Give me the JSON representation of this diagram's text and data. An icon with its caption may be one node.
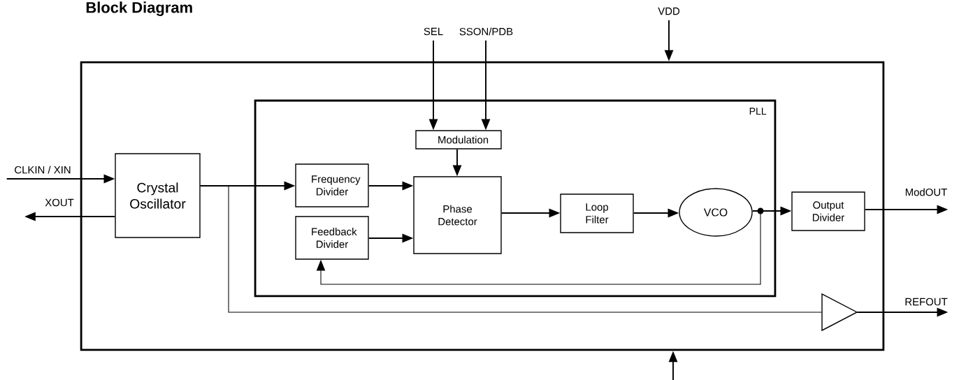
{
  "diagram": {
    "title": "Block Diagram",
    "nodes": [
      {
        "text": [],
        "shape": "box"
      },
      {
        "text": [
          "PLL"
        ],
        "in": 0
      },
      {
        "text": [
          "Crystal Oscillator"
        ],
        "in": 0
      },
      {
        "text": [
          "Modulation"
        ],
        "in": 1
      },
      {
        "text": [
          "Frequency Divider"
        ],
        "in": 1
      },
      {
        "text": [
          "Feedback Divider"
        ],
        "in": 1
      },
      {
        "text": [
          "Phase Detector"
        ],
        "in": 1
      },
      {
        "text": [
          "Loop Filter"
        ],
        "in": 1
      },
      {
        "text": [
          "VCO"
        ],
        "in": 1
      },
      {
        "text": [
          "Output Divider"
        ],
        "in": 0
      },
      {
        "text": [],
        "shape": "triangle",
        "in": 0
      },
      {
        "text": [
          "CLKIN / XIN"
        ]
      },
      {
        "text": [
          "XOUT"
        ]
      },
      {
        "text": [
          "SEL"
        ]
      },
      {
        "text": [
          "SSON/PDB"
        ]
      },
      {
        "text": [
          "VDD"
        ]
      },
      {
        "text": [
          "ModOUT"
        ]
      },
      {
        "text": [
          "REFOUT"
        ]
      }
    ],
    "edges": [
      {
        "from": 11,
        "to": 2,
        "arrow": "to"
      },
      {
        "from": 2,
        "to": 12,
        "arrow": "to"
      },
      {
        "from": 2,
        "to": 4,
        "arrow": "to"
      },
      {
        "from": 2,
        "to": 10,
        "arrow": "none"
      },
      {
        "from": 13,
        "to": 3,
        "arrow": "to"
      },
      {
        "from": 14,
        "to": 3,
        "arrow": "to"
      },
      {
        "from": 15,
        "to": 0,
        "arrow": "to"
      },
      {
        "from": null,
        "to": 0,
        "arrow": "to"
      },
      {
        "from": 3,
        "to": 6,
        "arrow": "to"
      },
      {
        "from": 4,
        "to": 6,
        "arrow": "to"
      },
      {
        "from": 5,
        "to": 6,
        "arrow": "to"
      },
      {
        "from": 6,
        "to": 7,
        "arrow": "to"
      },
      {
        "from": 7,
        "to": 8,
        "arrow": "to"
      },
      {
        "from": 8,
        "to": 9,
        "arrow": "to"
      },
      {
        "from": 8,
        "to": 5,
        "arrow": "to"
      },
      {
        "from": 9,
        "to": 16,
        "arrow": "to"
      },
      {
        "from": 10,
        "to": 17,
        "arrow": "to"
      }
    ]
  }
}
